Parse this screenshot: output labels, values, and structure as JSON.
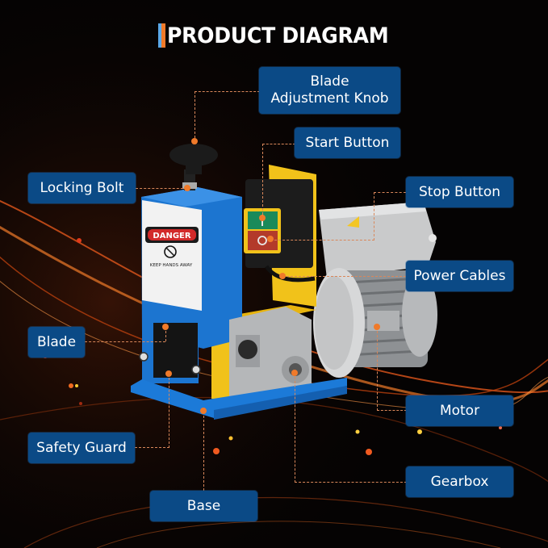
{
  "title": {
    "text": "PRODUCT DIAGRAM",
    "accent_colors": [
      "#5aa8e8",
      "#f07a2a"
    ]
  },
  "colors": {
    "label_bg": "#0b4a86",
    "label_text": "#ffffff",
    "leader_line": "#d9875a",
    "marker_dot": "#f07a2a",
    "background": "#050303"
  },
  "machine": {
    "warning_sign": {
      "header": "DANGER",
      "subtext": "KEEP HANDS AWAY"
    },
    "switch": {
      "start_symbol": "I",
      "stop_symbol": "O"
    }
  },
  "labels": [
    {
      "id": "blade-adjustment-knob",
      "text": "Blade\nAdjustment Knob"
    },
    {
      "id": "start-button",
      "text": "Start Button"
    },
    {
      "id": "locking-bolt",
      "text": "Locking Bolt"
    },
    {
      "id": "stop-button",
      "text": "Stop Button"
    },
    {
      "id": "power-cables",
      "text": "Power Cables"
    },
    {
      "id": "blade",
      "text": "Blade"
    },
    {
      "id": "motor",
      "text": "Motor"
    },
    {
      "id": "safety-guard",
      "text": "Safety Guard"
    },
    {
      "id": "gearbox",
      "text": "Gearbox"
    },
    {
      "id": "base",
      "text": "Base"
    }
  ]
}
